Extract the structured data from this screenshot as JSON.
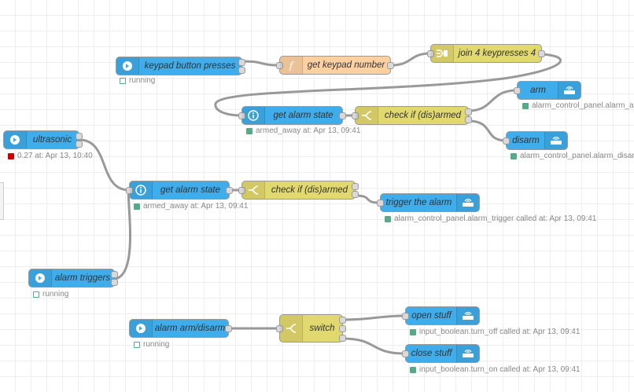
{
  "nodes": {
    "keypad_inject": {
      "label": "keypad button presses",
      "status": "running",
      "icon": "inject-icon"
    },
    "get_keypad_number": {
      "label": "get keypad number",
      "icon": "function-icon"
    },
    "join": {
      "label": "join 4 keypresses 4",
      "icon": "join-icon"
    },
    "get_alarm_state_1": {
      "label": "get alarm state",
      "status": "armed_away at: Apr 13, 09:41",
      "icon": "info-icon"
    },
    "check_armed_1": {
      "label": "check if (dis)armed",
      "icon": "switch-icon"
    },
    "arm": {
      "label": "arm",
      "status": "alarm_control_panel.alarm_arm",
      "icon": "router-icon"
    },
    "disarm": {
      "label": "disarm",
      "status": "alarm_control_panel.alarm_disarm",
      "icon": "router-icon"
    },
    "ultrasonic": {
      "label": "ultrasonic",
      "status": "0.27 at: Apr 13, 10:40",
      "icon": "inject-icon"
    },
    "get_alarm_state_2": {
      "label": "get alarm state",
      "status": "armed_away at: Apr 13, 09:41",
      "icon": "info-icon"
    },
    "check_armed_2": {
      "label": "check if (dis)armed",
      "icon": "switch-icon"
    },
    "trigger": {
      "label": "trigger the alarm",
      "status": "alarm_control_panel.alarm_trigger called at: Apr 13, 09:41",
      "icon": "router-icon"
    },
    "alarm_triggers": {
      "label": "alarm triggers",
      "status": "running",
      "icon": "inject-icon"
    },
    "arm_disarm": {
      "label": "alarm arm/disarm",
      "status": "running",
      "icon": "inject-icon"
    },
    "switch": {
      "label": "switch",
      "icon": "switch-icon"
    },
    "open_stuff": {
      "label": "open stuff",
      "status": "input_boolean.turn_off called at: Apr 13, 09:41",
      "icon": "router-icon"
    },
    "close_stuff": {
      "label": "close stuff",
      "status": "input_boolean.turn_on called at: Apr 13, 09:41",
      "icon": "router-icon"
    }
  },
  "colors": {
    "home_assistant_node": "#3fadeb",
    "function_node": "#fdd0a2",
    "switch_node": "#e2d96e",
    "wire": "#999999",
    "status_ok": "#55aa88",
    "status_error": "#cc0000"
  }
}
